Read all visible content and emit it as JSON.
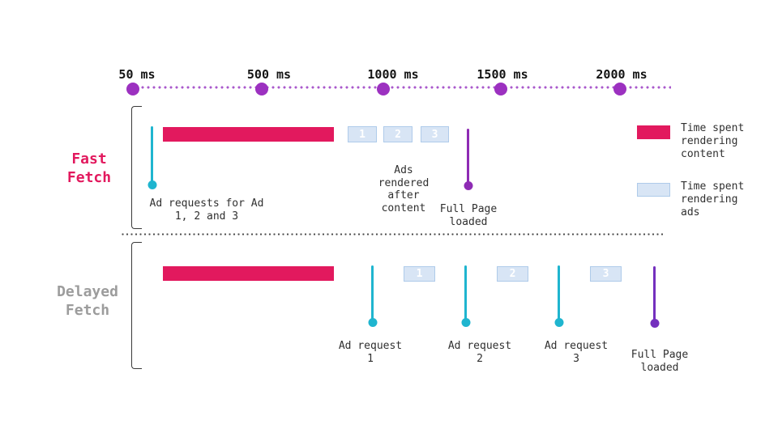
{
  "colors": {
    "pink": "#E2195E",
    "cyan": "#1FB5CF",
    "purple": "#9C31C0",
    "purple_dotline": "#AA59CC",
    "purple_line_fast": "#8E2BB4",
    "purple_line_delayed": "#7430BE",
    "ad_box_fill": "#D8E5F5",
    "ad_box_border": "#AFCBEA",
    "gray_label": "#9C9C9C"
  },
  "timeline": {
    "ticks": [
      {
        "label": "50 ms"
      },
      {
        "label": "500 ms"
      },
      {
        "label": "1000 ms"
      },
      {
        "label": "1500 ms"
      },
      {
        "label": "2000 ms"
      }
    ]
  },
  "fast_fetch": {
    "row_label": "Fast\nFetch",
    "ad_boxes": [
      "1",
      "2",
      "3"
    ],
    "annotations": {
      "ad_requests": "Ad requests for Ad\n1, 2 and 3",
      "ads_rendered": "Ads\nrendered\nafter\ncontent",
      "full_page": "Full Page\nloaded"
    }
  },
  "delayed_fetch": {
    "row_label": "Delayed\nFetch",
    "ad_boxes": [
      "1",
      "2",
      "3"
    ],
    "annotations": {
      "ad_request_1": "Ad request\n1",
      "ad_request_2": "Ad request\n2",
      "ad_request_3": "Ad request\n3",
      "full_page": "Full Page\nloaded"
    }
  },
  "legend": {
    "items": [
      {
        "label": "Time spent\nrendering\ncontent"
      },
      {
        "label": "Time spent\nrendering\nads"
      }
    ]
  }
}
